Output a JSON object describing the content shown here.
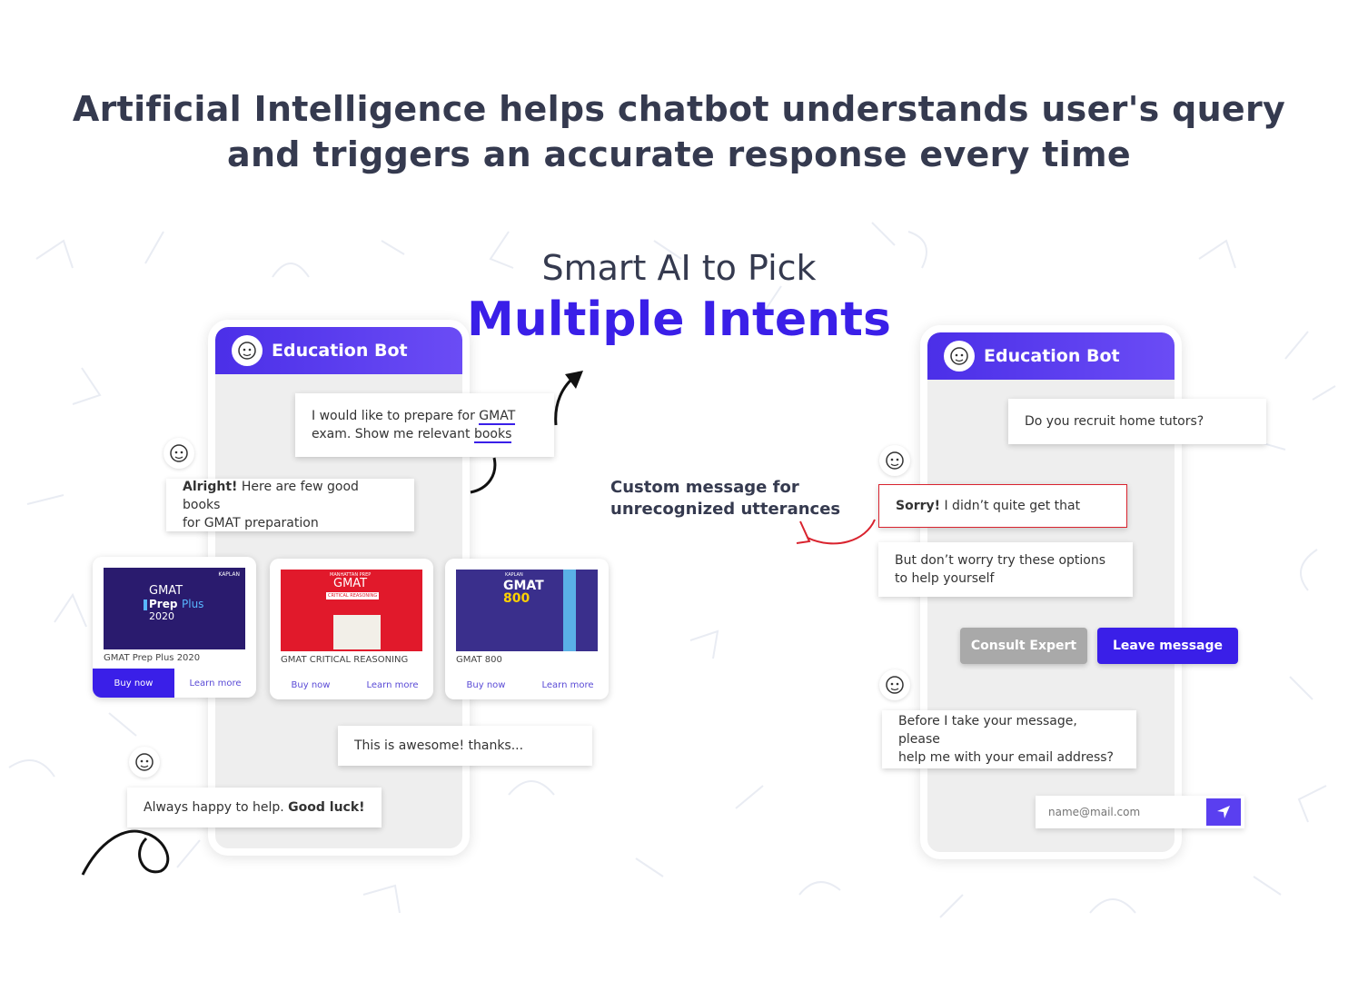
{
  "headline": {
    "line1": "Artificial Intelligence helps chatbot understands user's query",
    "line2": "and triggers an accurate response every time"
  },
  "subheading": {
    "line1": "Smart AI to Pick",
    "line2": "Multiple Intents"
  },
  "left_phone": {
    "header": "Education Bot",
    "user_msg": {
      "p1": "I would like to prepare for ",
      "k1": "GMAT",
      "p2": "exam. Show me relevant ",
      "k2": "books"
    },
    "bot_msg1": {
      "bold": "Alright!",
      "rest": " Here are few good books",
      "line2": "for GMAT preparation"
    },
    "cards": [
      {
        "title": "GMAT Prep Plus 2020",
        "buy": "Buy now",
        "learn": "Learn more",
        "cover_brand": "KAPLAN",
        "cover_t1": "GMAT",
        "cover_t2": "Prep",
        "cover_t3": "Plus",
        "cover_t4": "2020"
      },
      {
        "title": "GMAT CRITICAL REASONING",
        "buy": "Buy now",
        "learn": "Learn more",
        "cover_brand": "MANHATTAN PREP",
        "cover_t1": "GMAT",
        "cover_t2": "CRITICAL REASONING"
      },
      {
        "title": "GMAT 800",
        "buy": "Buy now",
        "learn": "Learn more",
        "cover_brand": "KAPLAN",
        "cover_t1": "GMAT",
        "cover_t2": "800"
      }
    ],
    "user_msg2": "This is awesome! thanks...",
    "bot_msg2": {
      "rest": "Always happy to help. ",
      "bold": "Good luck!"
    }
  },
  "callout": {
    "line1": "Custom message for",
    "line2": "unrecognized utterances"
  },
  "right_phone": {
    "header": "Education Bot",
    "user_msg": "Do you recruit home tutors?",
    "bot_err": {
      "bold": "Sorry!",
      "rest": " I didn’t quite get that"
    },
    "bot_msg1": {
      "line1": "But don’t worry try these options",
      "line2": "to help yourself"
    },
    "btn_consult": "Consult Expert",
    "btn_leave": "Leave message",
    "bot_msg2": {
      "line1": "Before I take your message, please",
      "line2": "help me with your email address?"
    },
    "email_placeholder": "name@mail.com"
  },
  "colors": {
    "accent": "#3a1fe8",
    "error": "#d9232e",
    "header": "#4b2fe8",
    "text": "#353a4f",
    "consult": "#a9a9a9"
  },
  "icons": [
    "bot-avatar-icon",
    "send-icon",
    "arrow-icon"
  ]
}
